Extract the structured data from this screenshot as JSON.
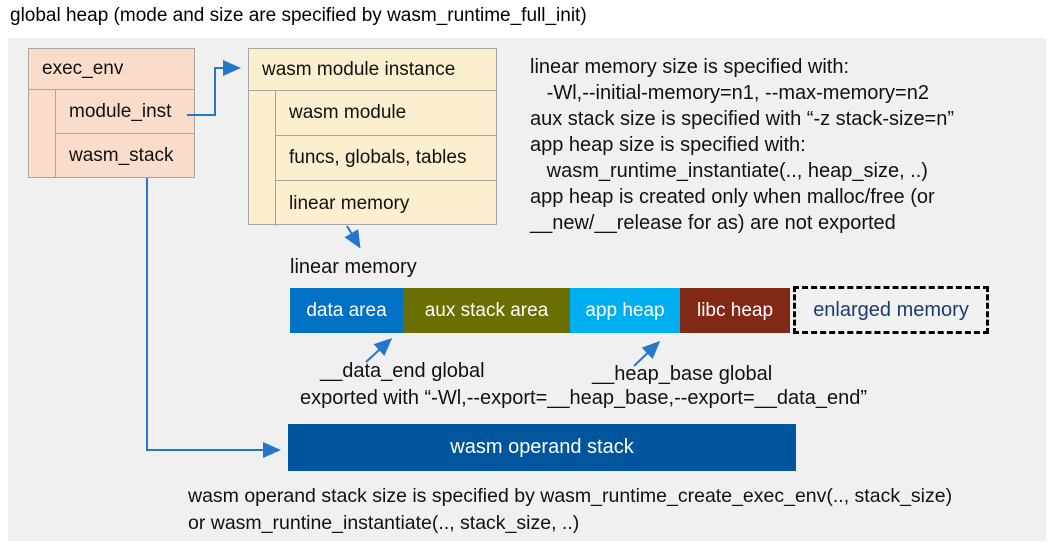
{
  "title": "global heap (mode and size are specified by wasm_runtime_full_init)",
  "boxes": {
    "exec_env": {
      "header": "exec_env",
      "rows": [
        "module_inst",
        "wasm_stack"
      ]
    },
    "module_instance": {
      "header": "wasm module instance",
      "rows": [
        "wasm module",
        "funcs, globals, tables",
        "linear memory"
      ]
    }
  },
  "notes": {
    "lines": [
      "linear memory size is specified with:",
      "   -Wl,--initial-memory=n1, --max-memory=n2",
      "aux stack size is specified with “-z stack-size=n”",
      "app heap size is specified with:",
      "   wasm_runtime_instantiate(.., heap_size, ..)",
      "app heap is created only when malloc/free (or",
      "__new/__release for as) are not exported"
    ]
  },
  "linear_memory": {
    "label": "linear memory",
    "segments": [
      {
        "label": "data area",
        "color": "#0071C5"
      },
      {
        "label": "aux stack area",
        "color": "#6B6E00"
      },
      {
        "label": "app heap",
        "color": "#00AFF0"
      },
      {
        "label": "libc heap",
        "color": "#822817"
      }
    ],
    "enlarged_memory": {
      "label": "enlarged memory",
      "text_color": "#1E3A6E"
    }
  },
  "annotations": {
    "data_end_label": "__data_end global",
    "heap_base_label": "__heap_base global",
    "export_line": "exported with “-Wl,--export=__heap_base,--export=__data_end”"
  },
  "operand_stack": {
    "label": "wasm operand stack",
    "color": "#00569D"
  },
  "footer": {
    "lines": [
      "wasm operand stack size is specified by wasm_runtime_create_exec_env(.., stack_size)",
      "or wasm_runtine_instantiate(.., stack_size, ..)"
    ]
  },
  "colors": {
    "panel_bg": "#F0F0F1",
    "box_pink": "#FADCCB",
    "box_cream": "#FCEFD0",
    "box_border": "#A6A6A6",
    "arrow_blue": "#2577C8",
    "enlarged_bg": "#F1F1F2"
  }
}
